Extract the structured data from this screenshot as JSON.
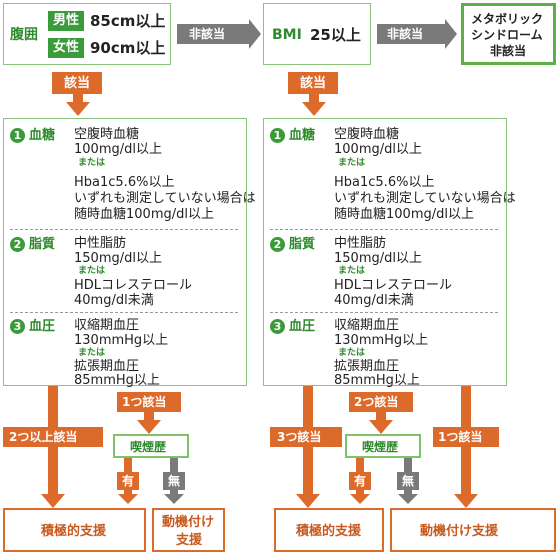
{
  "top": {
    "waist_label": "腹囲",
    "male_tag": "男性",
    "male_value": "85cm以上",
    "female_tag": "女性",
    "female_value": "90cm以上",
    "not_applicable_1": "非該当",
    "bmi_label": "BMI",
    "bmi_value": "25以上",
    "not_applicable_2": "非該当",
    "metabolic_line1": "メタボリック",
    "metabolic_line2": "シンドローム",
    "metabolic_line3": "非該当",
    "applicable_left": "該当",
    "applicable_right": "該当"
  },
  "criteria": {
    "items": [
      {
        "num": "1",
        "title": "血糖",
        "lines": [
          "空腹時血糖",
          "100mg/dl以上"
        ],
        "or": "または",
        "lines2": [
          "Hba1c5.6%以上",
          "いずれも測定していない場合は",
          "随時血糖100mg/dl以上"
        ]
      },
      {
        "num": "2",
        "title": "脂質",
        "lines": [
          "中性脂肪",
          "150mg/dl以上"
        ],
        "or": "または",
        "lines2": [
          "HDLコレステロール",
          "40mg/dl未満"
        ]
      },
      {
        "num": "3",
        "title": "血圧",
        "lines": [
          "収縮期血圧",
          "130mmHg以上"
        ],
        "or": "または",
        "lines2": [
          "拡張期血圧",
          "85mmHg以上"
        ]
      }
    ]
  },
  "left_flow": {
    "two_or_more": "2つ以上該当",
    "one": "1つ該当",
    "smoking": "喫煙歴",
    "yes": "有",
    "no": "無",
    "active_support": "積極的支援",
    "motivation_line1": "動機付け",
    "motivation_line2": "支援"
  },
  "right_flow": {
    "three": "3つ該当",
    "two": "2つ該当",
    "one": "1つ該当",
    "smoking": "喫煙歴",
    "yes": "有",
    "no": "無",
    "active_support": "積極的支援",
    "motivation_support": "動機付け支援"
  },
  "colors": {
    "green": "#3b9a3a",
    "light_green_border": "#8bc37a",
    "orange": "#dc6a2a",
    "grey": "#7a7a7a"
  }
}
